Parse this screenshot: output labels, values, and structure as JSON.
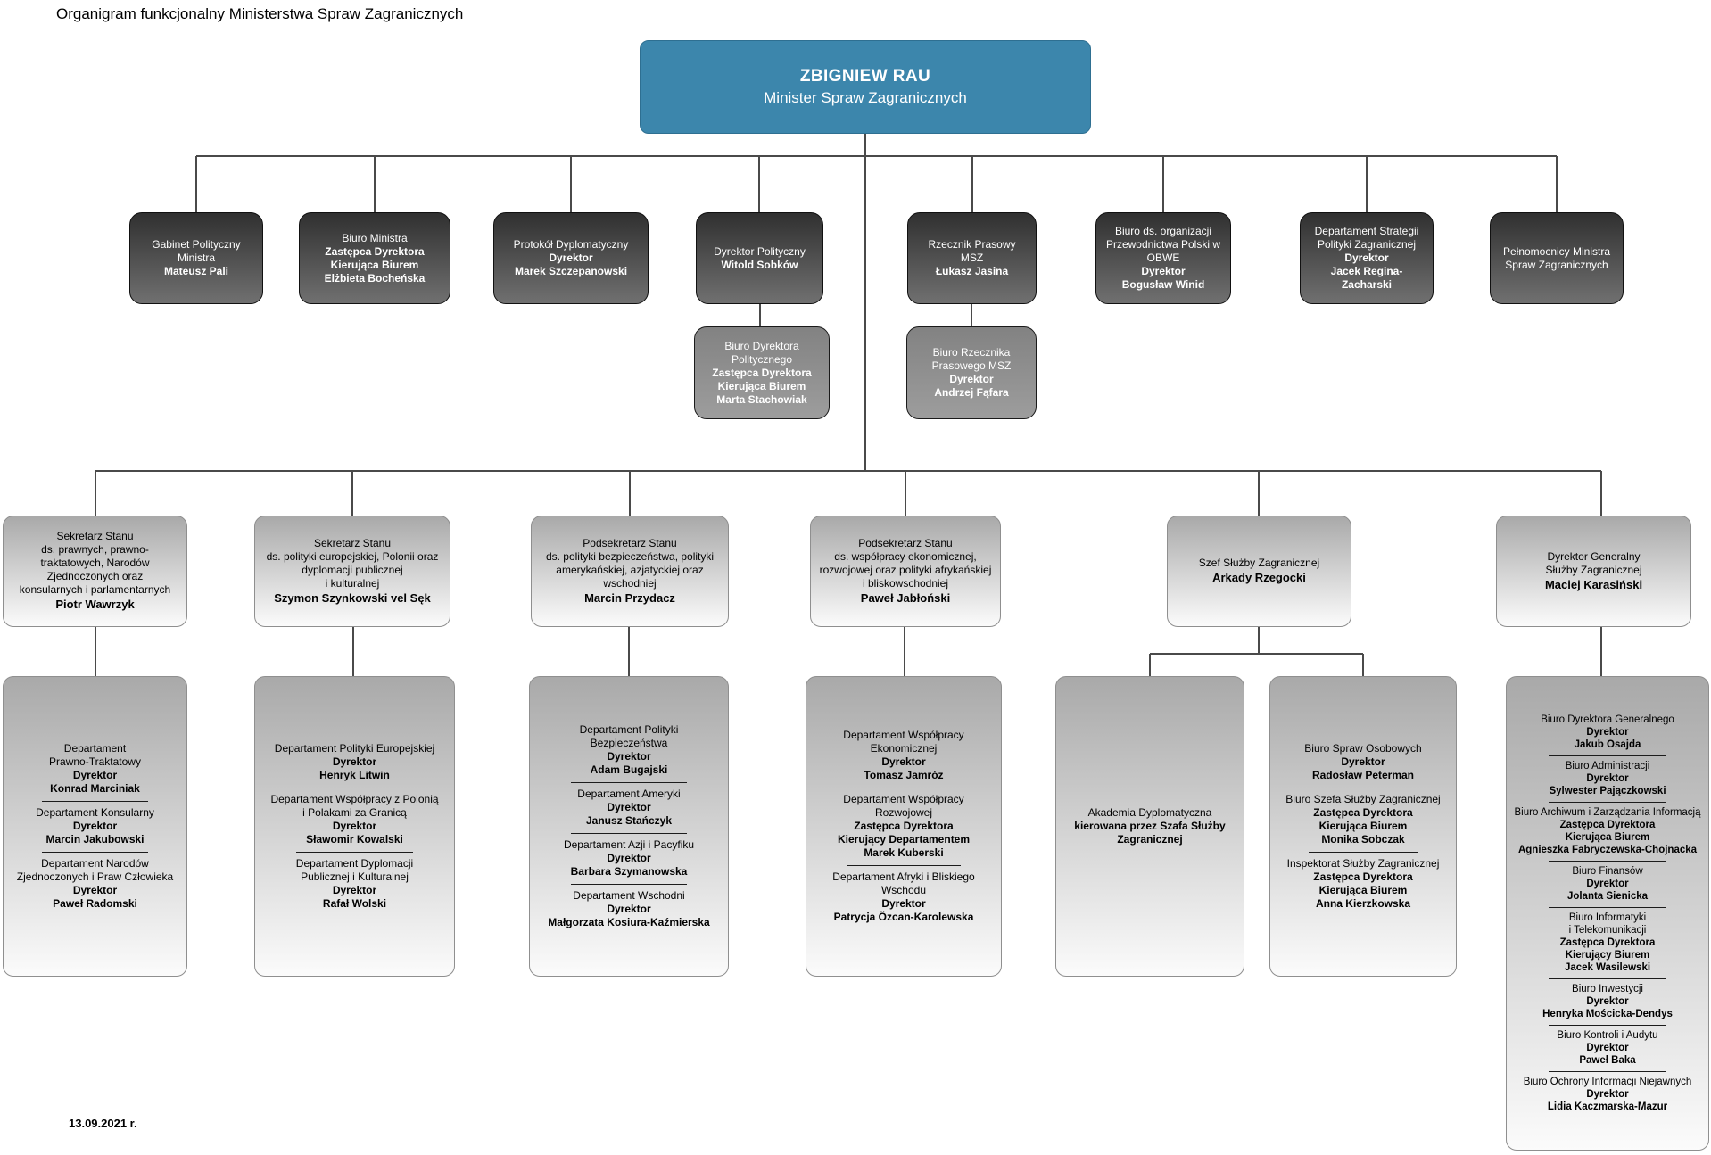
{
  "title": "Organigram funkcjonalny Ministerstwa Spraw Zagranicznych",
  "date": "13.09.2021 r.",
  "minister": {
    "name": "ZBIGNIEW RAU",
    "role": "Minister Spraw Zagranicznych"
  },
  "colors": {
    "minister_bg": "#3c86ac",
    "level2_gradient_top": "#303030",
    "level2_gradient_bottom": "#707070",
    "sub_gradient_top": "#828282",
    "sub_gradient_bottom": "#9d9d9d",
    "light_gradient_top": "#a9a9a9",
    "light_gradient_bottom": "#fbfbfb",
    "connector": "#4a4a4a",
    "text_dark": "#000000",
    "text_light": "#ffffff"
  },
  "level2": [
    {
      "text": "Gabinet Polityczny\nMinistra",
      "bold": "Mateusz Pali"
    },
    {
      "text": "Biuro Ministra",
      "bold": "Zastępca Dyrektora\nKierująca Biurem\nElżbieta Bocheńska"
    },
    {
      "text": "Protokół Dyplomatyczny",
      "bold": "Dyrektor\nMarek Szczepanowski"
    },
    {
      "text": "Dyrektor Polityczny",
      "bold": "Witold Sobków"
    },
    {
      "text": "Rzecznik Prasowy\nMSZ",
      "bold": "Łukasz Jasina"
    },
    {
      "text": "Biuro ds. organizacji\nPrzewodnictwa Polski w\nOBWE",
      "bold": "Dyrektor\nBogusław Winid"
    },
    {
      "text": "Departament Strategii\nPolityki Zagranicznej",
      "bold": "Dyrektor\nJacek Regina-\nZacharski"
    },
    {
      "text": "Pełnomocnicy Ministra\nSpraw Zagranicznych",
      "bold": ""
    }
  ],
  "level2_sub": [
    {
      "text": "Biuro Dyrektora\nPolitycznego",
      "bold": "Zastępca Dyrektora\nKierująca Biurem\nMarta Stachowiak"
    },
    {
      "text": "Biuro Rzecznika\nPrasowego MSZ",
      "bold": "Dyrektor\nAndrzej Fąfara"
    }
  ],
  "level3": [
    {
      "text": "Sekretarz Stanu\nds. prawnych, prawno-\ntraktatowych, Narodów\nZjednoczonych oraz\nkonsularnych i parlamentarnych",
      "bold": "Piotr Wawrzyk"
    },
    {
      "text": "Sekretarz Stanu\nds. polityki europejskiej, Polonii oraz\ndyplomacji publicznej\ni kulturalnej",
      "bold": "Szymon Szynkowski vel Sęk"
    },
    {
      "text": "Podsekretarz Stanu\nds. polityki bezpieczeństwa, polityki\namerykańskiej, azjatyckiej oraz\nwschodniej",
      "bold": "Marcin Przydacz"
    },
    {
      "text": "Podsekretarz Stanu\nds. współpracy ekonomicznej,\nrozwojowej oraz polityki afrykańskiej\ni bliskowschodniej",
      "bold": "Paweł Jabłoński"
    },
    {
      "text": "Szef Służby Zagranicznej",
      "bold": "Arkady Rzegocki"
    },
    {
      "text": "Dyrektor Generalny\nSłużby Zagranicznej",
      "bold": "Maciej Karasiński"
    }
  ],
  "level4": [
    {
      "sections": [
        {
          "text": "Departament\nPrawno-Traktatowy",
          "bold": "Dyrektor\nKonrad Marciniak"
        },
        {
          "text": "Departament Konsularny",
          "bold": "Dyrektor\nMarcin Jakubowski"
        },
        {
          "text": "Departament Narodów\nZjednoczonych i Praw Człowieka",
          "bold": "Dyrektor\nPaweł Radomski"
        }
      ]
    },
    {
      "sections": [
        {
          "text": "Departament Polityki Europejskiej",
          "bold": "Dyrektor\nHenryk Litwin"
        },
        {
          "text": "Departament Współpracy z Polonią\ni Polakami za Granicą",
          "bold": "Dyrektor\nSławomir Kowalski"
        },
        {
          "text": "Departament Dyplomacji\nPublicznej i Kulturalnej",
          "bold": "Dyrektor\nRafał Wolski"
        }
      ]
    },
    {
      "sections": [
        {
          "text": "Departament Polityki\nBezpieczeństwa",
          "bold": "Dyrektor\nAdam Bugajski"
        },
        {
          "text": "Departament Ameryki",
          "bold": "Dyrektor\nJanusz Stańczyk"
        },
        {
          "text": "Departament Azji i Pacyfiku",
          "bold": "Dyrektor\nBarbara Szymanowska"
        },
        {
          "text": "Departament Wschodni",
          "bold": "Dyrektor\nMałgorzata Kosiura-Kaźmierska"
        }
      ]
    },
    {
      "sections": [
        {
          "text": "Departament Współpracy\nEkonomicznej",
          "bold": "Dyrektor\nTomasz Jamróz"
        },
        {
          "text": "Departament Współpracy\nRozwojowej",
          "bold": "Zastępca Dyrektora\nKierujący Departamentem\nMarek Kuberski"
        },
        {
          "text": "Departament Afryki i Bliskiego\nWschodu",
          "bold": "Dyrektor\nPatrycja Özcan-Karolewska"
        }
      ]
    },
    {
      "sections": [
        {
          "text": "Akademia Dyplomatyczna",
          "bold": "kierowana przez Szafa Służby\nZagranicznej"
        }
      ]
    },
    {
      "sections": [
        {
          "text": "Biuro Spraw Osobowych",
          "bold": "Dyrektor\nRadosław Peterman"
        },
        {
          "text": "Biuro Szefa Służby Zagranicznej",
          "bold": "Zastępca Dyrektora\nKierująca Biurem\nMonika Sobczak"
        },
        {
          "text": "Inspektorat Służby Zagranicznej",
          "bold": "Zastępca Dyrektora\nKierująca Biurem\nAnna Kierzkowska"
        }
      ]
    },
    {
      "sections": [
        {
          "text": "Biuro Dyrektora Generalnego",
          "bold": "Dyrektor\nJakub Osajda"
        },
        {
          "text": "Biuro Administracji",
          "bold": "Dyrektor\nSylwester Pajączkowski"
        },
        {
          "text": "Biuro Archiwum i Zarządzania Informacją",
          "bold": "Zastępca Dyrektora\nKierująca Biurem\nAgnieszka Fabryczewska-Chojnacka"
        },
        {
          "text": "Biuro Finansów",
          "bold": "Dyrektor\nJolanta Sienicka"
        },
        {
          "text": "Biuro Informatyki\ni Telekomunikacji",
          "bold": "Zastępca Dyrektora\nKierujący Biurem\nJacek Wasilewski"
        },
        {
          "text": "Biuro Inwestycji",
          "bold": "Dyrektor\nHenryka Mościcka-Dendys"
        },
        {
          "text": "Biuro Kontroli i Audytu",
          "bold": "Dyrektor\nPaweł Baka"
        },
        {
          "text": "Biuro Ochrony Informacji Niejawnych",
          "bold": "Dyrektor\nLidia Kaczmarska-Mazur"
        }
      ]
    }
  ]
}
